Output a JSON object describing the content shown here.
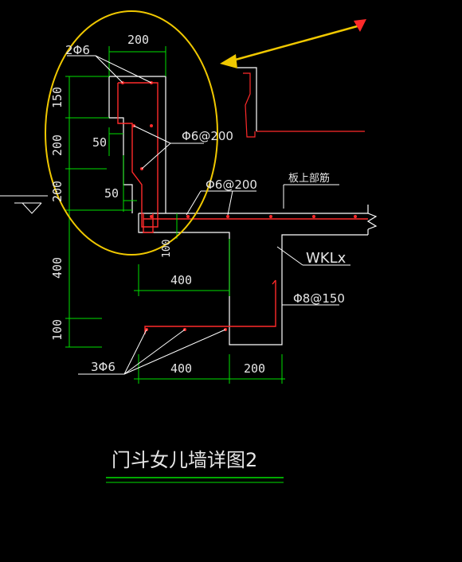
{
  "drawing": {
    "title": "门斗女儿墙详图2",
    "callouts": {
      "top_bars": "2Φ6",
      "parapet_stirrup": "Φ6@200",
      "slab_bar": "Φ6@200",
      "slab_top_rebar": "板上部筋",
      "beam_name": "WKLx",
      "beam_stirrup": "Φ8@150",
      "bottom_bars": "3Φ6"
    },
    "dims": {
      "top_width": "200",
      "h_150": "150",
      "h_200a": "200",
      "h_200b": "200",
      "off_50a": "50",
      "off_50b": "50",
      "slab_100": "100",
      "h_400": "400",
      "h_100": "100",
      "w_400a": "400",
      "w_400b": "400",
      "w_200": "200"
    }
  },
  "colors": {
    "background": "#000000",
    "outline": "#ffffff",
    "rebar": "#ff2a2a",
    "dimension": "#00e000",
    "highlight": "#f0c800",
    "text": "#e6e6e6"
  }
}
